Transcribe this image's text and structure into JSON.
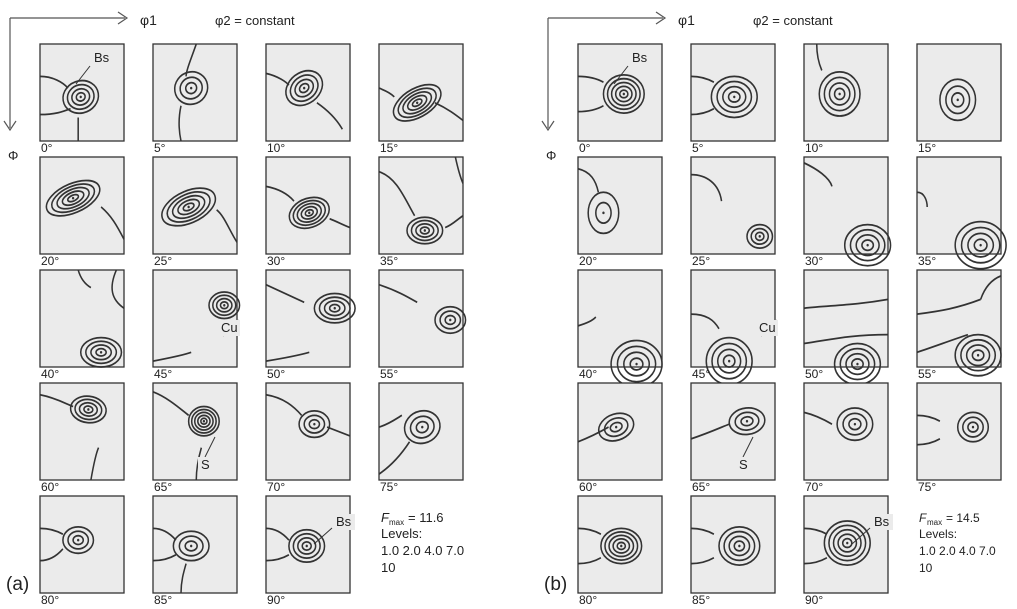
{
  "panels": [
    {
      "id": "a",
      "label": "(a)",
      "phi1": "φ1",
      "phi2": "φ2 = constant",
      "Phi": "Φ",
      "sections": [
        "0°",
        "5°",
        "10°",
        "15°",
        "20°",
        "25°",
        "30°",
        "35°",
        "40°",
        "45°",
        "50°",
        "55°",
        "60°",
        "65°",
        "70°",
        "75°",
        "80°",
        "85°",
        "90°"
      ],
      "annotations": [
        {
          "section": 0,
          "text": "Bs"
        },
        {
          "section": 9,
          "text": "Cu"
        },
        {
          "section": 13,
          "text": "S"
        },
        {
          "section": 18,
          "text": "Bs"
        }
      ],
      "legend": {
        "fmax_symbol": "F",
        "fmax_sub": "max",
        "fmax_value": "= 11.6",
        "levels_title": "Levels:",
        "levels_line1": "1.0 2.0 4.0 7.0",
        "levels_line2": "10"
      }
    },
    {
      "id": "b",
      "label": "(b)",
      "phi1": "φ1",
      "phi2": "φ2 = constant",
      "Phi": "Φ",
      "sections": [
        "0°",
        "5°",
        "10°",
        "15°",
        "20°",
        "25°",
        "30°",
        "35°",
        "40°",
        "45°",
        "50°",
        "55°",
        "60°",
        "65°",
        "70°",
        "75°",
        "80°",
        "85°",
        "90°"
      ],
      "annotations": [
        {
          "section": 0,
          "text": "Bs"
        },
        {
          "section": 9,
          "text": "Cu"
        },
        {
          "section": 13,
          "text": "S"
        },
        {
          "section": 18,
          "text": "Bs"
        }
      ],
      "legend": {
        "fmax_symbol": "F",
        "fmax_sub": "max",
        "fmax_value": "= 14.5",
        "levels_title": "Levels:",
        "levels_line1": "1.0 2.0 4.0 7.0",
        "levels_line2": "10"
      }
    }
  ]
}
